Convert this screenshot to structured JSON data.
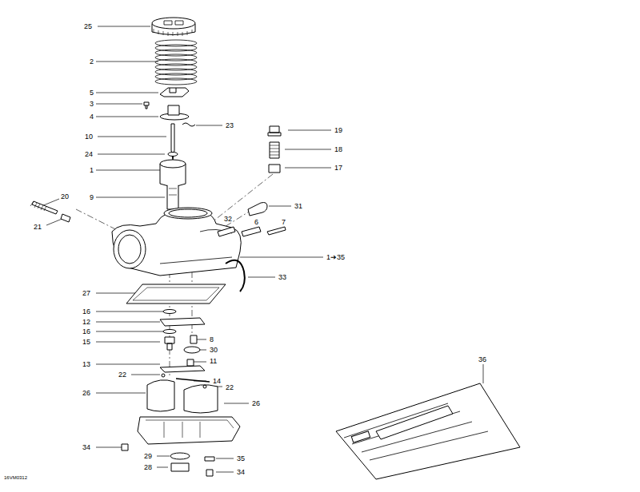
{
  "diagram": {
    "labels": [
      "25",
      "2",
      "5",
      "3",
      "23",
      "4",
      "19",
      "10",
      "18",
      "24",
      "17",
      "1",
      "9",
      "20",
      "31",
      "32",
      "6",
      "7",
      "21",
      "1➔35",
      "33",
      "27",
      "16",
      "12",
      "16",
      "8",
      "15",
      "30",
      "13",
      "11",
      "22",
      "14",
      "22",
      "26",
      "26",
      "36",
      "34",
      "29",
      "35",
      "28",
      "34",
      "16VM0312"
    ]
  }
}
